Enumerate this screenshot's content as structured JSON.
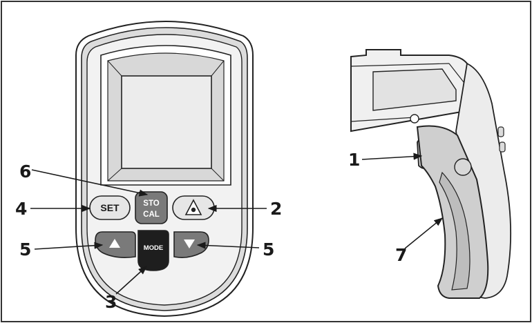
{
  "buttons": {
    "set": "SET",
    "sto": "STO",
    "cal": "CAL",
    "mode": "MODE"
  },
  "callouts": {
    "trigger": "1",
    "laser": "2",
    "mode": "3",
    "set": "4",
    "up": "5",
    "down": "5",
    "sto_cal": "6",
    "handle": "7"
  },
  "colors": {
    "line": "#222222",
    "button_light": "#e6e6e6",
    "button_mid": "#7a7a7a",
    "button_dark": "#1e1e1e",
    "screen": "#e9e9e9"
  },
  "icons": {
    "up": "triangle-up-icon",
    "down": "triangle-down-icon",
    "laser": "laser-warning-icon"
  }
}
